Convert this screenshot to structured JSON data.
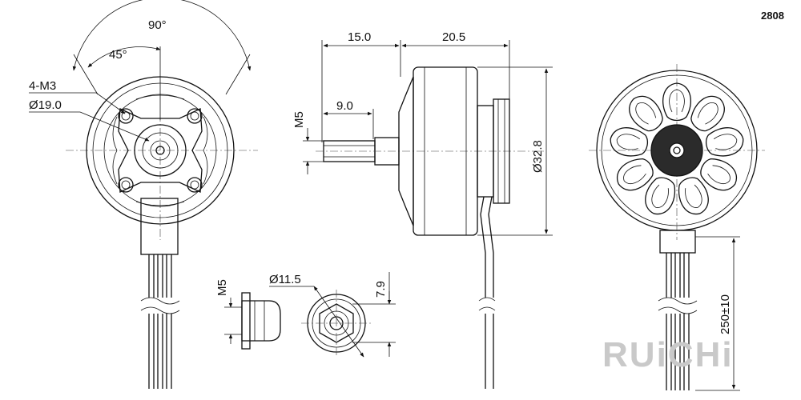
{
  "model": "2808",
  "brand": "RUiCHi",
  "brand_accent_color": "#e04a3a",
  "brand_gray_color": "#c9c9c9",
  "dimensions": {
    "angle_outer": "90°",
    "angle_inner": "45°",
    "holes": "4-M3",
    "bolt_circle": "Ø19.0",
    "length_a": "15.0",
    "length_b": "20.5",
    "shaft_thread": "M5",
    "shaft_length": "9.0",
    "diameter": "Ø32.8",
    "nut_thread": "M5",
    "nut_diameter": "Ø11.5",
    "nut_height": "7.9",
    "lead_length": "250±10"
  }
}
